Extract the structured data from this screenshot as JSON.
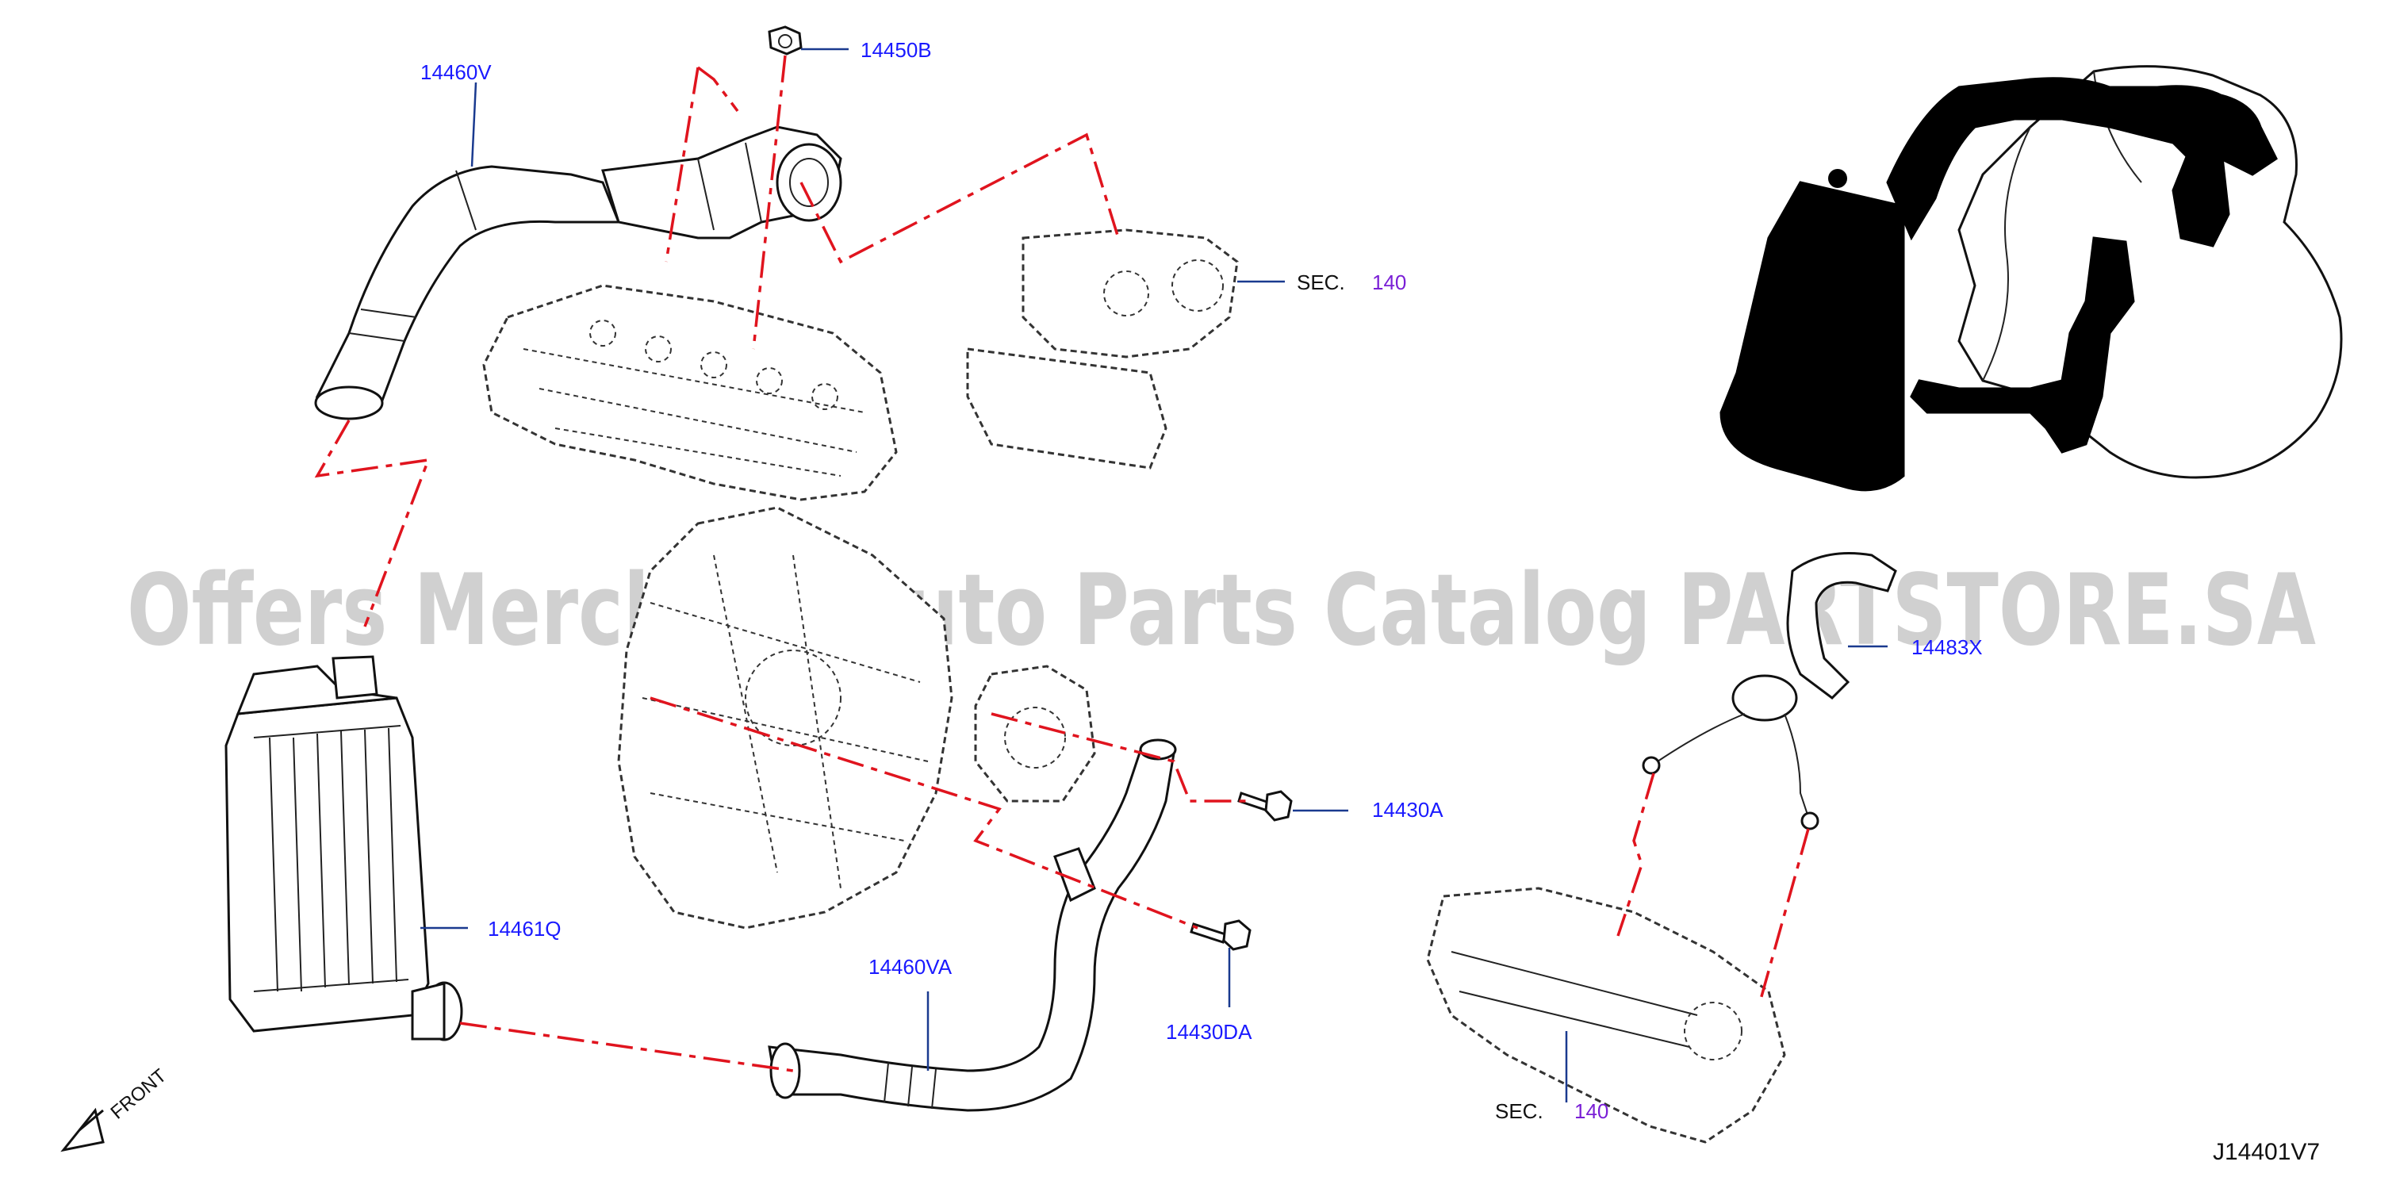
{
  "diagram": {
    "watermark": "Offers Merchant Auto Parts Catalog PARTSTORE.SA",
    "drawing_code": "J14401V7",
    "front_label": "FRONT",
    "callouts": {
      "p14460V": "14460V",
      "p14450B": "14450B",
      "p14483X": "14483X",
      "p14430A": "14430A",
      "p14461Q": "14461Q",
      "p14460VA": "14460VA",
      "p14430DA": "14430DA"
    },
    "section_refs": [
      {
        "prefix": "SEC.",
        "number": "140"
      },
      {
        "prefix": "SEC.",
        "number": "140"
      }
    ]
  }
}
